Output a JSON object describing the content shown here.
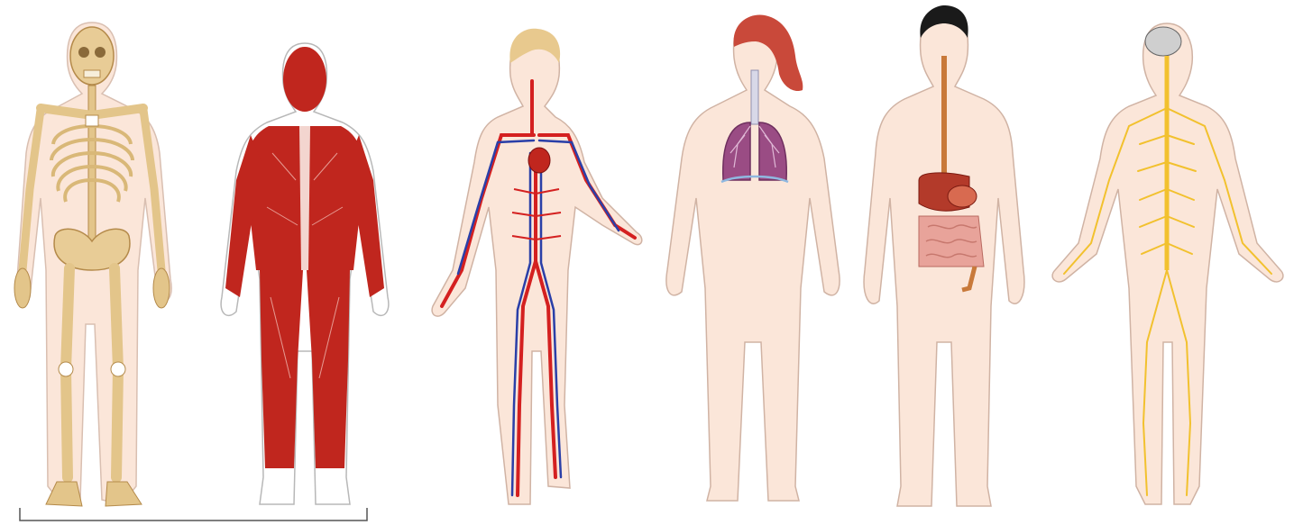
{
  "colors": {
    "skin": "#fbe6d9",
    "skin_outline": "#c9aa99",
    "bone": "#e3c58a",
    "muscle": "#c0261e",
    "artery": "#d42020",
    "vein": "#2a3fa8",
    "lung": "#9a4c84",
    "nerve": "#f2c12e",
    "hair_red": "#c9493a",
    "hair_blond": "#e8c98e",
    "hair_black": "#1a1a1a",
    "stomach": "#b33a2a",
    "intestine": "#e8a39a"
  },
  "figures": [
    {
      "system": "skeletal",
      "icon": "skeleton-figure"
    },
    {
      "system": "muscular",
      "icon": "muscle-figure"
    },
    {
      "system": "circulatory",
      "icon": "circulatory-figure"
    },
    {
      "system": "respiratory",
      "icon": "respiratory-figure"
    },
    {
      "system": "digestive",
      "icon": "digestive-figure"
    },
    {
      "system": "nervous",
      "icon": "nervous-figure"
    }
  ]
}
